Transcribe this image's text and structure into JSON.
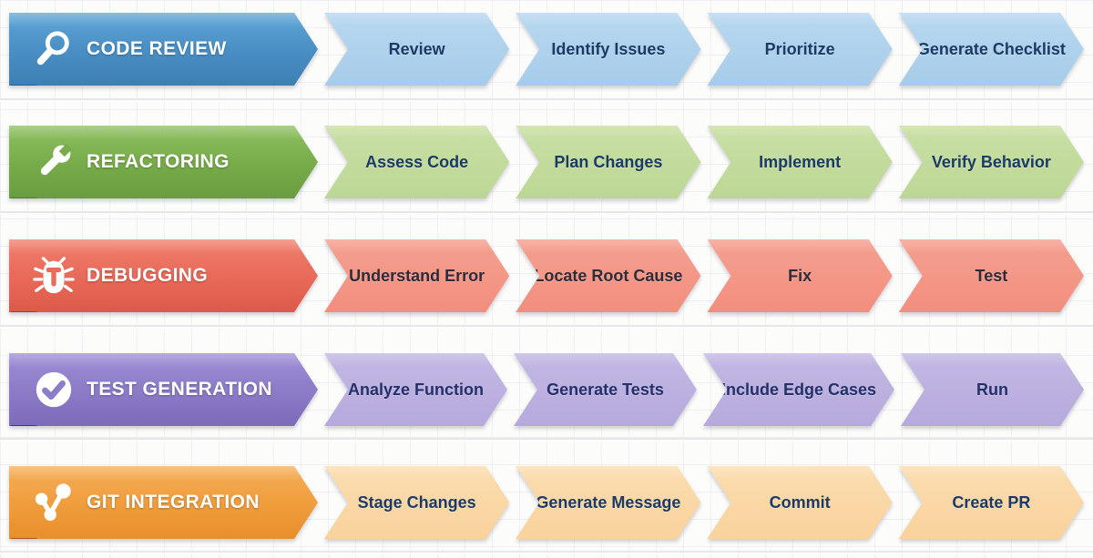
{
  "page": {
    "background_color": "#fcfcfa",
    "grid_line_color": "#e0e0ec",
    "divider_color": "#e7e7eb",
    "title_text_color": "#ffffff"
  },
  "workflows": [
    {
      "title": "CODE REVIEW",
      "icon": "magnifier-icon",
      "colors": {
        "header": "#4a90c6",
        "header_light": "#5fa5d6",
        "header_dark": "#3d7fb2",
        "fold": "#2b5f8c",
        "step": "#a6cce9",
        "step_light": "#b8d8f0",
        "step_text": "#1c3a66"
      },
      "steps": [
        "Review",
        "Identify Issues",
        "Prioritize",
        "Generate Checklist"
      ]
    },
    {
      "title": "REFACTORING",
      "icon": "wrench-icon",
      "colors": {
        "header": "#79ad4b",
        "header_light": "#8dc060",
        "header_dark": "#689c3e",
        "fold": "#4d7c2f",
        "step": "#bcd794",
        "step_light": "#c9dfa5",
        "step_text": "#1c3a66"
      },
      "steps": [
        "Assess Code",
        "Plan Changes",
        "Implement",
        "Verify Behavior"
      ]
    },
    {
      "title": "DEBUGGING",
      "icon": "bug-icon",
      "colors": {
        "header": "#e96b5a",
        "header_light": "#ef7e6d",
        "header_dark": "#dd5949",
        "fold": "#9e3d2d",
        "step": "#f28e7e",
        "step_light": "#f5a090",
        "step_text": "#2e2c38"
      },
      "steps": [
        "Understand Error",
        "Locate Root Cause",
        "Fix",
        "Test"
      ]
    },
    {
      "title": "TEST GENERATION",
      "icon": "check-circle-icon",
      "colors": {
        "header": "#8d7cc8",
        "header_light": "#9e8ed5",
        "header_dark": "#7d6bba",
        "fold": "#3a3a70",
        "step": "#b6a9dc",
        "step_light": "#c3b8e4",
        "step_text": "#23306a"
      },
      "steps": [
        "Analyze Function",
        "Generate Tests",
        "Include Edge Cases",
        "Run"
      ]
    },
    {
      "title": "GIT INTEGRATION",
      "icon": "git-branch-icon",
      "colors": {
        "header": "#f09e3e",
        "header_light": "#f5ae58",
        "header_dark": "#e78f2a",
        "fold": "#b34e1d",
        "step": "#f9d29b",
        "step_light": "#fbddb0",
        "step_text": "#1c3a66"
      },
      "steps": [
        "Stage Changes",
        "Generate Message",
        "Commit",
        "Create PR"
      ]
    }
  ]
}
